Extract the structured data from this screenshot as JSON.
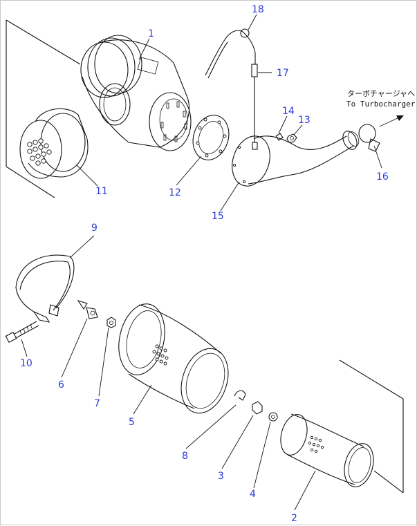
{
  "diagram": {
    "annotation": {
      "jp": "ターボチャージャへ",
      "en": "To Turbocharger"
    },
    "callouts": [
      "1",
      "2",
      "3",
      "4",
      "5",
      "6",
      "7",
      "8",
      "9",
      "10",
      "11",
      "12",
      "13",
      "14",
      "15",
      "16",
      "17",
      "18"
    ]
  }
}
